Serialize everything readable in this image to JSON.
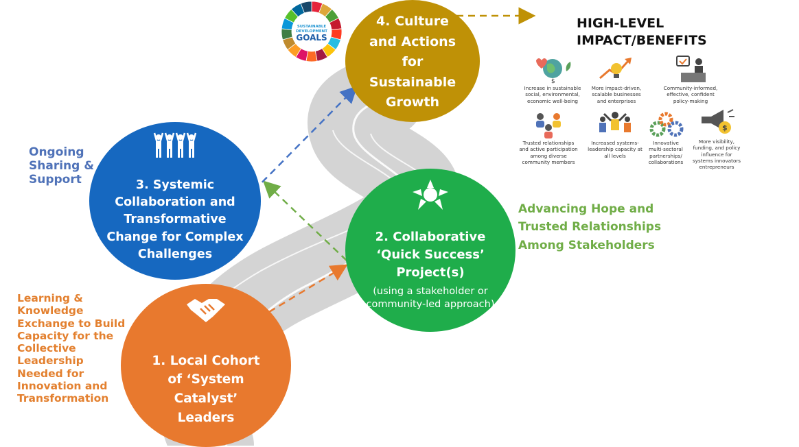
{
  "side_labels": {
    "learning": "Learning & Knowledge Exchange to Build Capacity for the Collective Leadership Needed for Innovation and Transformation",
    "sharing": "Ongoing Sharing & Support",
    "hope": "Advancing Hope and Trusted Relationships Among Stakeholders"
  },
  "stages": {
    "s1": {
      "title": "1. Local Cohort of ‘System Catalyst’ Leaders",
      "icon": "handshake-icon"
    },
    "s2": {
      "title": "2. Collaborative ‘Quick Success’ Project(s)",
      "subtitle": "(using a stakeholder or community-led approach)",
      "icon": "hands-circle-icon"
    },
    "s3": {
      "title": "3. Systemic Collaboration and Transformative Change for Complex Challenges",
      "icon": "group-people-icon"
    },
    "s4": {
      "title": "4. Culture and Actions for Sustainable Growth",
      "logo_text": "SUSTAINABLE DEVELOPMENT GOALS"
    }
  },
  "impact": {
    "title": "HIGH-LEVEL IMPACT/BENEFITS",
    "benefits": [
      {
        "text": "Increase in sustainable social, environmental, economic well-being",
        "icon": "globe-heart-icon"
      },
      {
        "text": "More impact-driven, scalable businesses and enterprises",
        "icon": "growth-bulb-icon"
      },
      {
        "text": "Community-informed, effective, confident policy-making",
        "icon": "podium-icon"
      },
      {
        "text": "Trusted relationships and active participation among diverse community members",
        "icon": "community-icon"
      },
      {
        "text": "Increased systems-leadership capacity at all levels",
        "icon": "leaders-icon"
      },
      {
        "text": "Innovative multi-sectoral partnerships/ collaborations",
        "icon": "gears-icon"
      },
      {
        "text": "More visibility, funding, and policy influence for systems innovators entrepreneurs",
        "icon": "megaphone-icon"
      }
    ]
  },
  "colors": {
    "orange": "#e8792e",
    "green": "#1fad4b",
    "blue": "#1668c0",
    "gold": "#bf9106",
    "road": "#cfcfcf"
  }
}
